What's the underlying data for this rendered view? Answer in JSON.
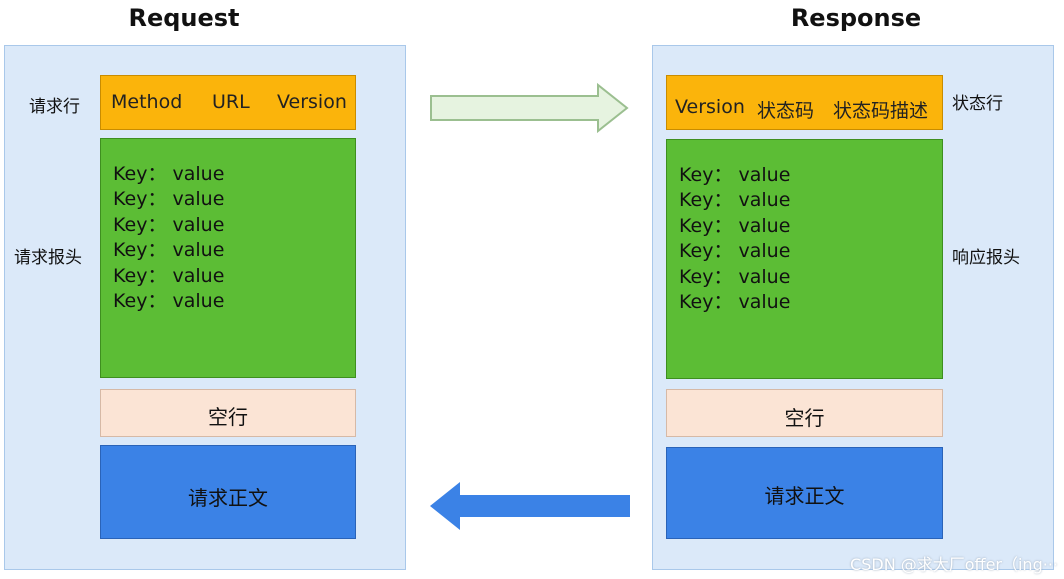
{
  "request": {
    "title": "Request",
    "labels": {
      "request_line": "请求行",
      "request_headers": "请求报头"
    },
    "request_line": {
      "method": "Method",
      "url": "URL",
      "version": "Version"
    },
    "headers": [
      "Key： value",
      "Key： value",
      "Key： value",
      "Key： value",
      "Key： value",
      "Key： value"
    ],
    "blank_line": "空行",
    "body": "请求正文"
  },
  "response": {
    "title": "Response",
    "labels": {
      "status_line": "状态行",
      "response_headers": "响应报头"
    },
    "status_line": {
      "version": "Version",
      "status_code": "状态码",
      "status_desc": "状态码描述"
    },
    "headers": [
      "Key： value",
      "Key： value",
      "Key： value",
      "Key： value",
      "Key： value",
      "Key： value"
    ],
    "blank_line": "空行",
    "body": "请求正文"
  },
  "watermark": "CSDN @求大厂offer（ing···",
  "colors": {
    "panel": "#dbe9f9",
    "line": "#fbb40b",
    "headers": "#5cbd35",
    "blank": "#fbe4d5",
    "body": "#3b82e6",
    "arrow_right": "#e6f3e0",
    "arrow_left": "#3b82e6"
  }
}
